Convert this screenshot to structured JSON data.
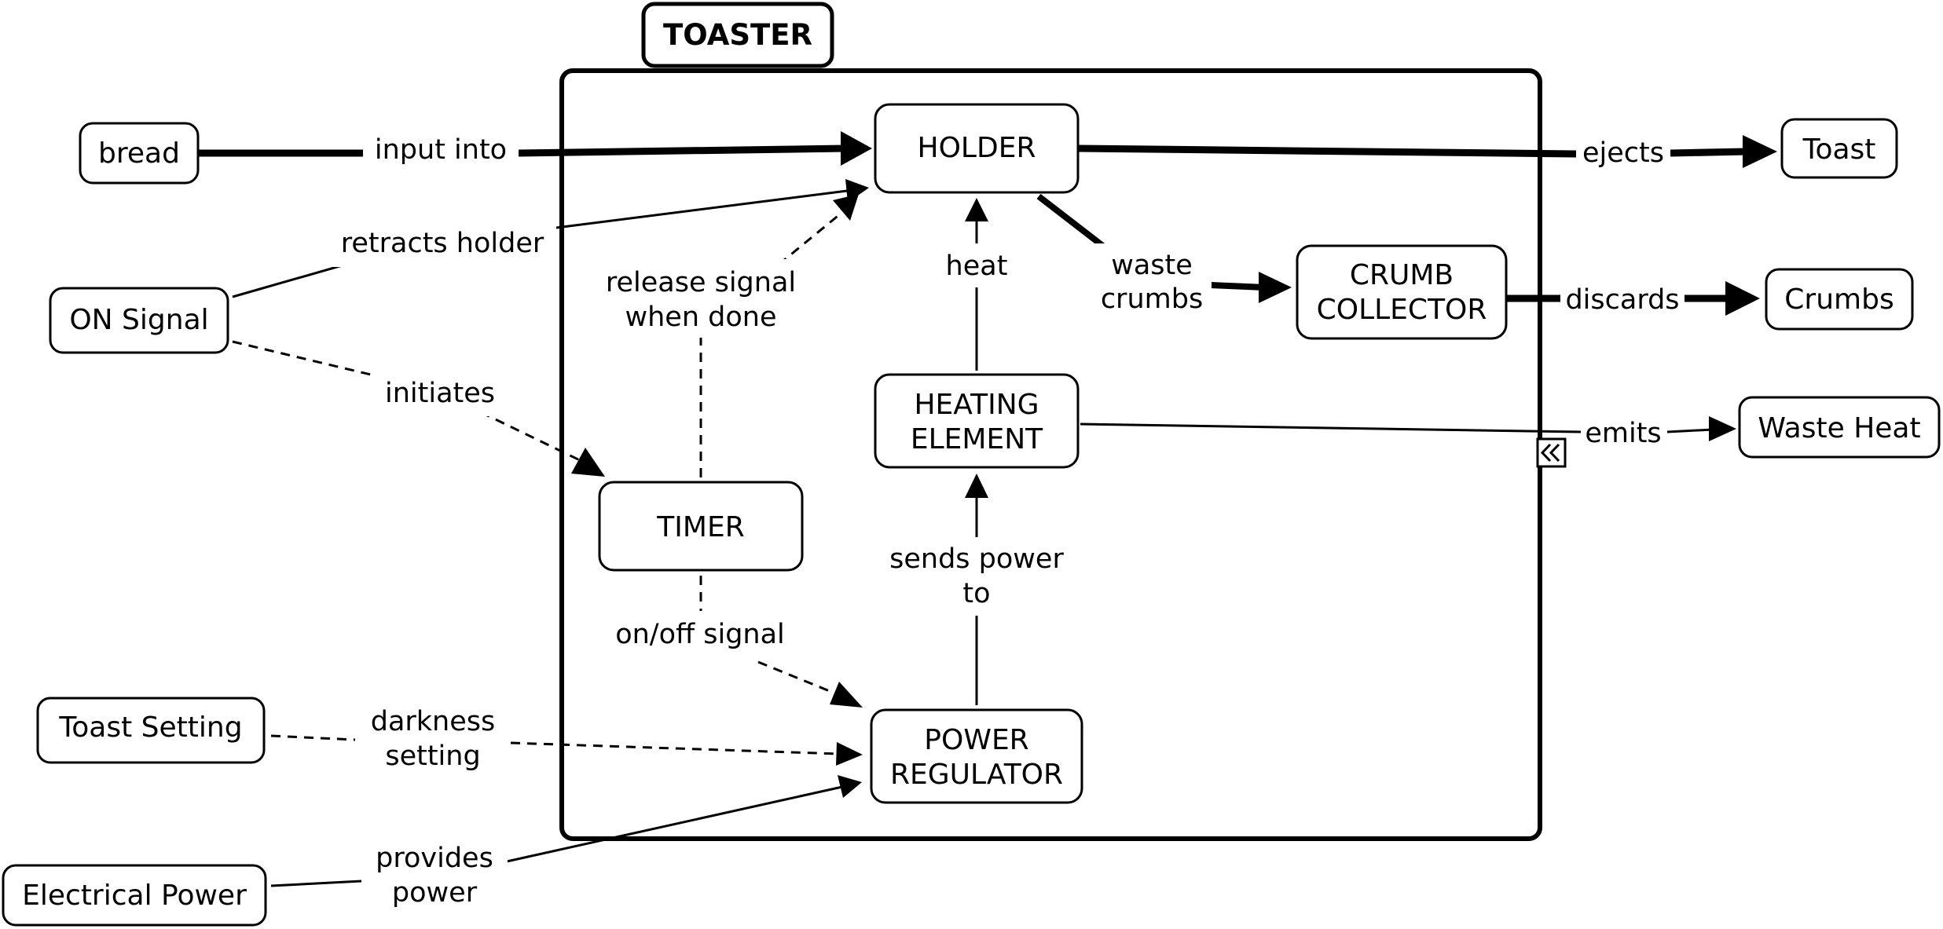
{
  "diagram": {
    "container_title": "TOASTER",
    "nodes": {
      "bread": "bread",
      "on_signal": "ON Signal",
      "toast_setting": "Toast Setting",
      "electrical_power": "Electrical Power",
      "holder": "HOLDER",
      "heating_element": [
        "HEATING",
        "ELEMENT"
      ],
      "timer": "TIMER",
      "power_regulator": [
        "POWER",
        "REGULATOR"
      ],
      "crumb_collector": [
        "CRUMB",
        "COLLECTOR"
      ],
      "toast": "Toast",
      "crumbs": "Crumbs",
      "waste_heat": "Waste Heat"
    },
    "links": {
      "input_into": "input into",
      "retracts_holder": "retracts holder",
      "initiates": "initiates",
      "release_signal": [
        "release signal",
        "when done"
      ],
      "heat": "heat",
      "waste_crumbs": [
        "waste",
        "crumbs"
      ],
      "ejects": "ejects",
      "discards": "discards",
      "emits": "emits",
      "sends_power": [
        "sends power",
        "to"
      ],
      "on_off_signal": "on/off signal",
      "darkness_setting": [
        "darkness",
        "setting"
      ],
      "provides_power": [
        "provides",
        "power"
      ]
    },
    "collapse_icon": "double-chevron-left-icon"
  }
}
